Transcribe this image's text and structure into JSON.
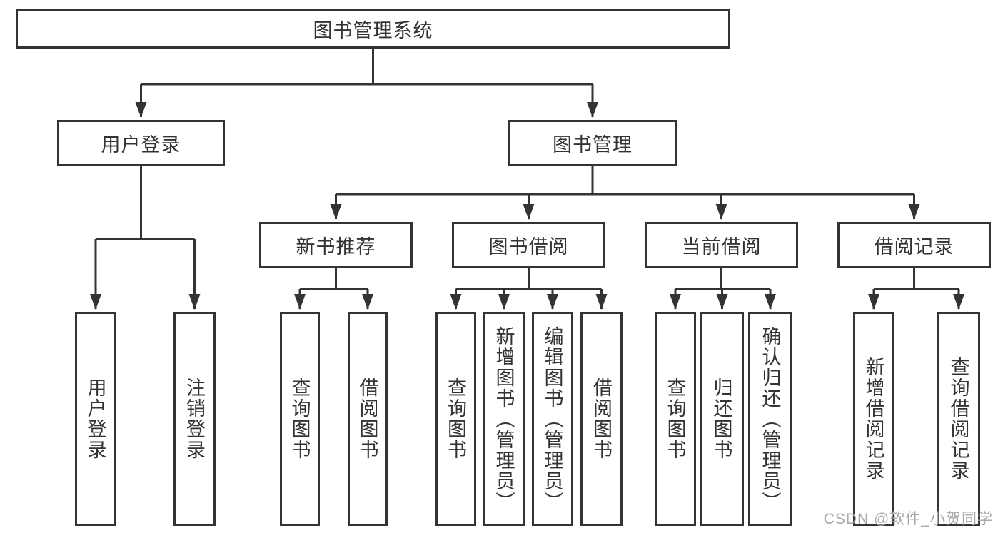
{
  "tree": {
    "label": "图书管理系统",
    "children": [
      {
        "label": "用户登录",
        "children": [
          {
            "label": "用户登录"
          },
          {
            "label": "注销登录"
          }
        ]
      },
      {
        "label": "图书管理",
        "children": [
          {
            "label": "新书推荐",
            "children": [
              {
                "label": "查询图书"
              },
              {
                "label": "借阅图书"
              }
            ]
          },
          {
            "label": "图书借阅",
            "children": [
              {
                "label": "查询图书"
              },
              {
                "label": "新增图书（管理员）"
              },
              {
                "label": "编辑图书（管理员）"
              },
              {
                "label": "借阅图书"
              }
            ]
          },
          {
            "label": "当前借阅",
            "children": [
              {
                "label": "查询图书"
              },
              {
                "label": "归还图书"
              },
              {
                "label": "确认归还（管理员）"
              }
            ]
          },
          {
            "label": "借阅记录",
            "children": [
              {
                "label": "新增借阅记录"
              },
              {
                "label": "查询借阅记录"
              }
            ]
          }
        ]
      }
    ]
  },
  "watermark": {
    "text": "CSDN @软件_小贺同学"
  },
  "colors": {
    "line": "#333333",
    "text": "#333333",
    "box_background": "#ffffff",
    "page_background": "#ffffff",
    "watermark": "#a8a8a8"
  }
}
